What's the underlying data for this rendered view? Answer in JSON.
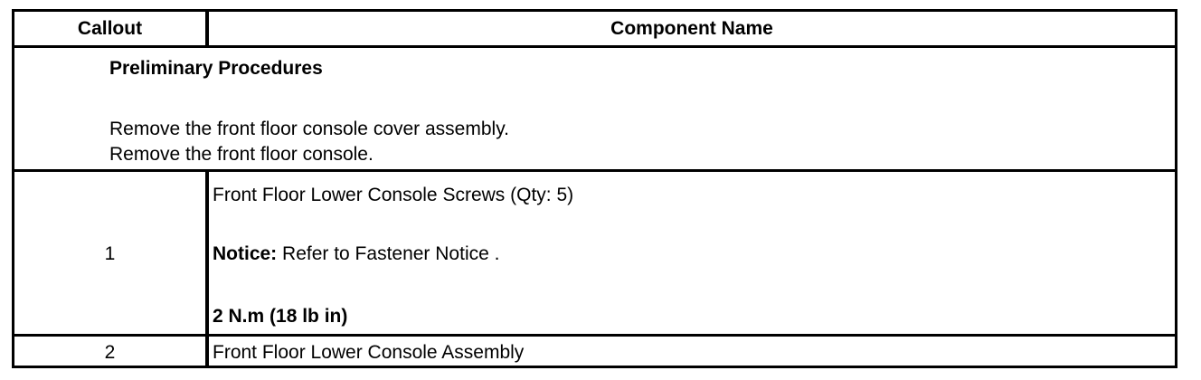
{
  "table": {
    "headers": {
      "callout": "Callout",
      "component_name": "Component Name"
    },
    "preliminary": {
      "title": "Preliminary Procedures",
      "steps": [
        "Remove the front floor console cover assembly.",
        "Remove the front floor console."
      ]
    },
    "rows": [
      {
        "callout": "1",
        "name": "Front Floor Lower Console Screws (Qty: 5)",
        "notice_label": "Notice:",
        "notice_text": " Refer to Fastener Notice .",
        "torque": "2 N.m (18 lb in)"
      },
      {
        "callout": "2",
        "name": "Front Floor Lower Console Assembly"
      }
    ]
  }
}
